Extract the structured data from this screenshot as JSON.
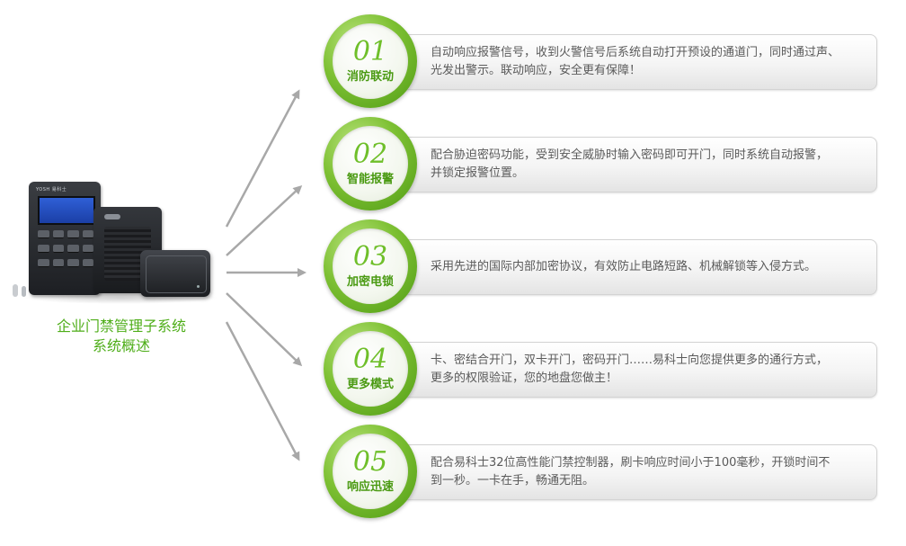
{
  "system": {
    "title_line1": "企业门禁管理子系统",
    "title_line2": "系统概述"
  },
  "devices": {
    "brand_text": "YOSH 易科士"
  },
  "items": [
    {
      "number": "01",
      "title": "消防联动",
      "desc_line1": "自动响应报警信号，收到火警信号后系统自动打开预设的通道门，同时通过声、",
      "desc_line2": "光发出警示。联动响应，安全更有保障！"
    },
    {
      "number": "02",
      "title": "智能报警",
      "desc_line1": "配合胁迫密码功能，受到安全威胁时输入密码即可开门，同时系统自动报警，",
      "desc_line2": "并锁定报警位置。"
    },
    {
      "number": "03",
      "title": "加密电锁",
      "desc_line1": "采用先进的国际内部加密协议，有效防止电路短路、机械解锁等入侵方式。",
      "desc_line2": ""
    },
    {
      "number": "04",
      "title": "更多模式",
      "desc_line1": "卡、密结合开门，双卡开门，密码开门……易科士向您提供更多的通行方式，",
      "desc_line2": "更多的权限验证，您的地盘您做主！"
    },
    {
      "number": "05",
      "title": "响应迅速",
      "desc_line1": "配合易科士32位高性能门禁控制器，刷卡响应时间小于100毫秒，开锁时间不",
      "desc_line2": "到一秒。一卡在手，畅通无阻。"
    }
  ],
  "colors": {
    "accent_green": "#6fbf2a",
    "title_green": "#4fae1a",
    "arrow_gray": "#a8a8a8",
    "text_gray": "#5a5a5a"
  }
}
